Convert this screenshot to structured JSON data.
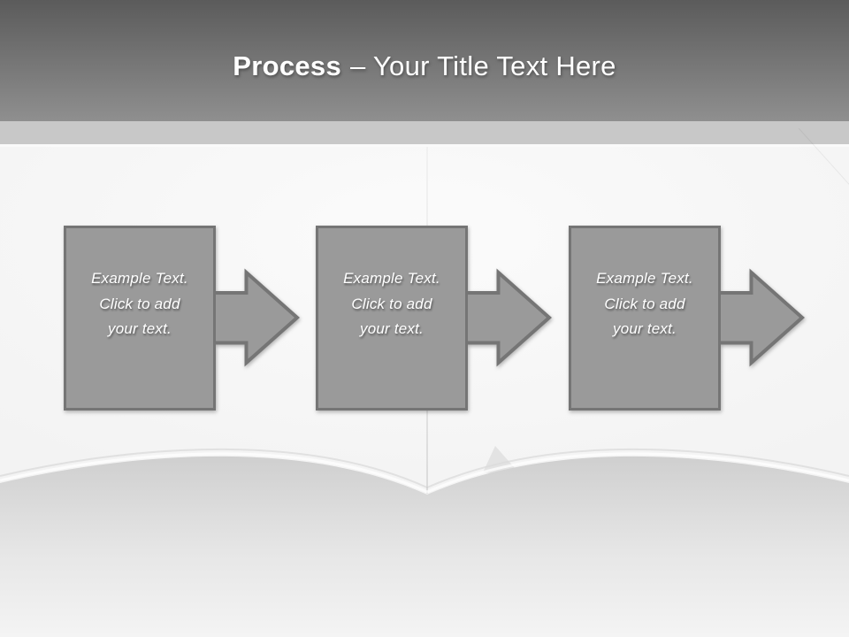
{
  "theme": {
    "header_top": "#5b5b5b",
    "header_bottom": "#8f8f8f",
    "divider_strip": "#c8c8c8",
    "body_bg": "#f3f3f3",
    "shape_fill": "#9a9a9a",
    "shape_stroke": "#757575",
    "title_color": "#ffffff",
    "step_text_color": "#ffffff"
  },
  "header": {
    "title_bold": "Process",
    "title_rest": "– Your Title Text Here"
  },
  "steps": [
    {
      "lines": [
        "Example Text.",
        "Click to add",
        "your text."
      ]
    },
    {
      "lines": [
        "Example Text.",
        "Click to add",
        "your text."
      ]
    },
    {
      "lines": [
        "Example Text.",
        "Click to add",
        "your text."
      ]
    }
  ]
}
